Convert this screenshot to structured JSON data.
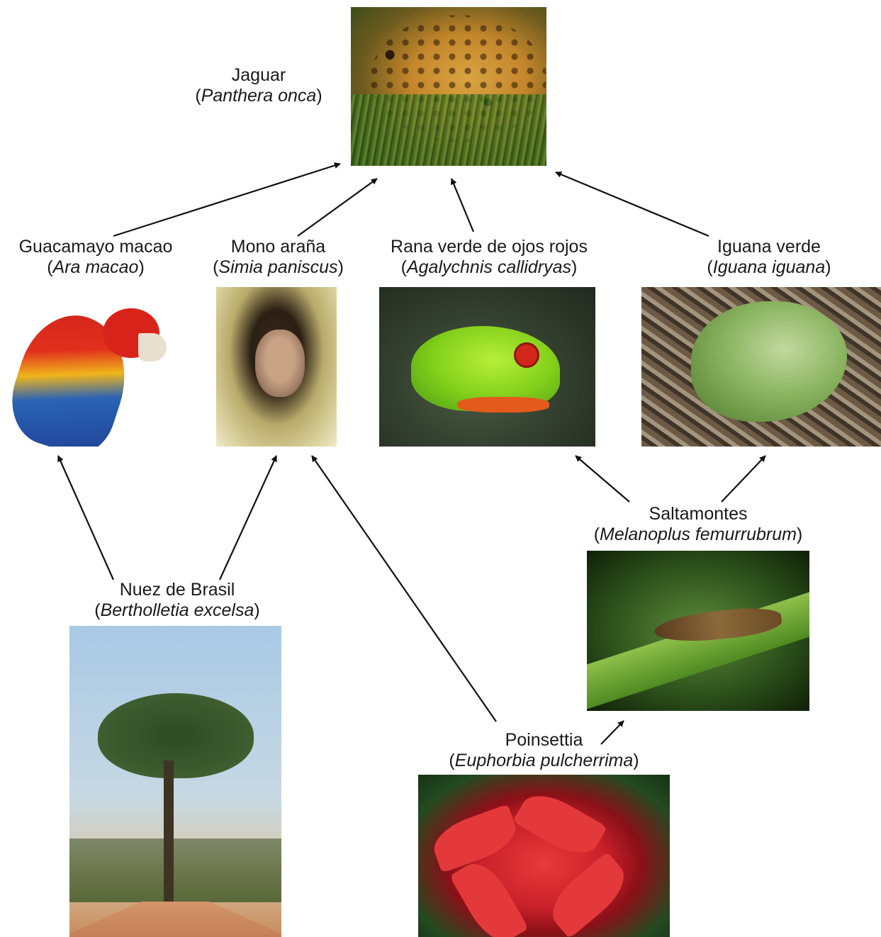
{
  "nodes": {
    "jaguar": {
      "common": "Jaguar",
      "scientific": "Panthera onca"
    },
    "macaw": {
      "common": "Guacamayo macao",
      "scientific": "Ara macao"
    },
    "monkey": {
      "common": "Mono araña",
      "scientific": "Simia paniscus"
    },
    "frog": {
      "common": "Rana verde de ojos rojos",
      "scientific": "Agalychnis callidryas"
    },
    "iguana": {
      "common": "Iguana verde",
      "scientific": "Iguana iguana"
    },
    "grasshopper": {
      "common": "Saltamontes",
      "scientific": "Melanoplus femurrubrum"
    },
    "brazil_nut": {
      "common": "Nuez de Brasil",
      "scientific": "Bertholletia excelsa"
    },
    "poinsettia": {
      "common": "Poinsettia",
      "scientific": "Euphorbia pulcherrima"
    }
  },
  "arrows": [
    {
      "from": "macaw",
      "to": "jaguar"
    },
    {
      "from": "monkey",
      "to": "jaguar"
    },
    {
      "from": "frog",
      "to": "jaguar"
    },
    {
      "from": "iguana",
      "to": "jaguar"
    },
    {
      "from": "brazil_nut",
      "to": "macaw"
    },
    {
      "from": "brazil_nut",
      "to": "monkey"
    },
    {
      "from": "poinsettia",
      "to": "monkey"
    },
    {
      "from": "grasshopper",
      "to": "frog"
    },
    {
      "from": "grasshopper",
      "to": "iguana"
    },
    {
      "from": "poinsettia",
      "to": "grasshopper"
    }
  ]
}
